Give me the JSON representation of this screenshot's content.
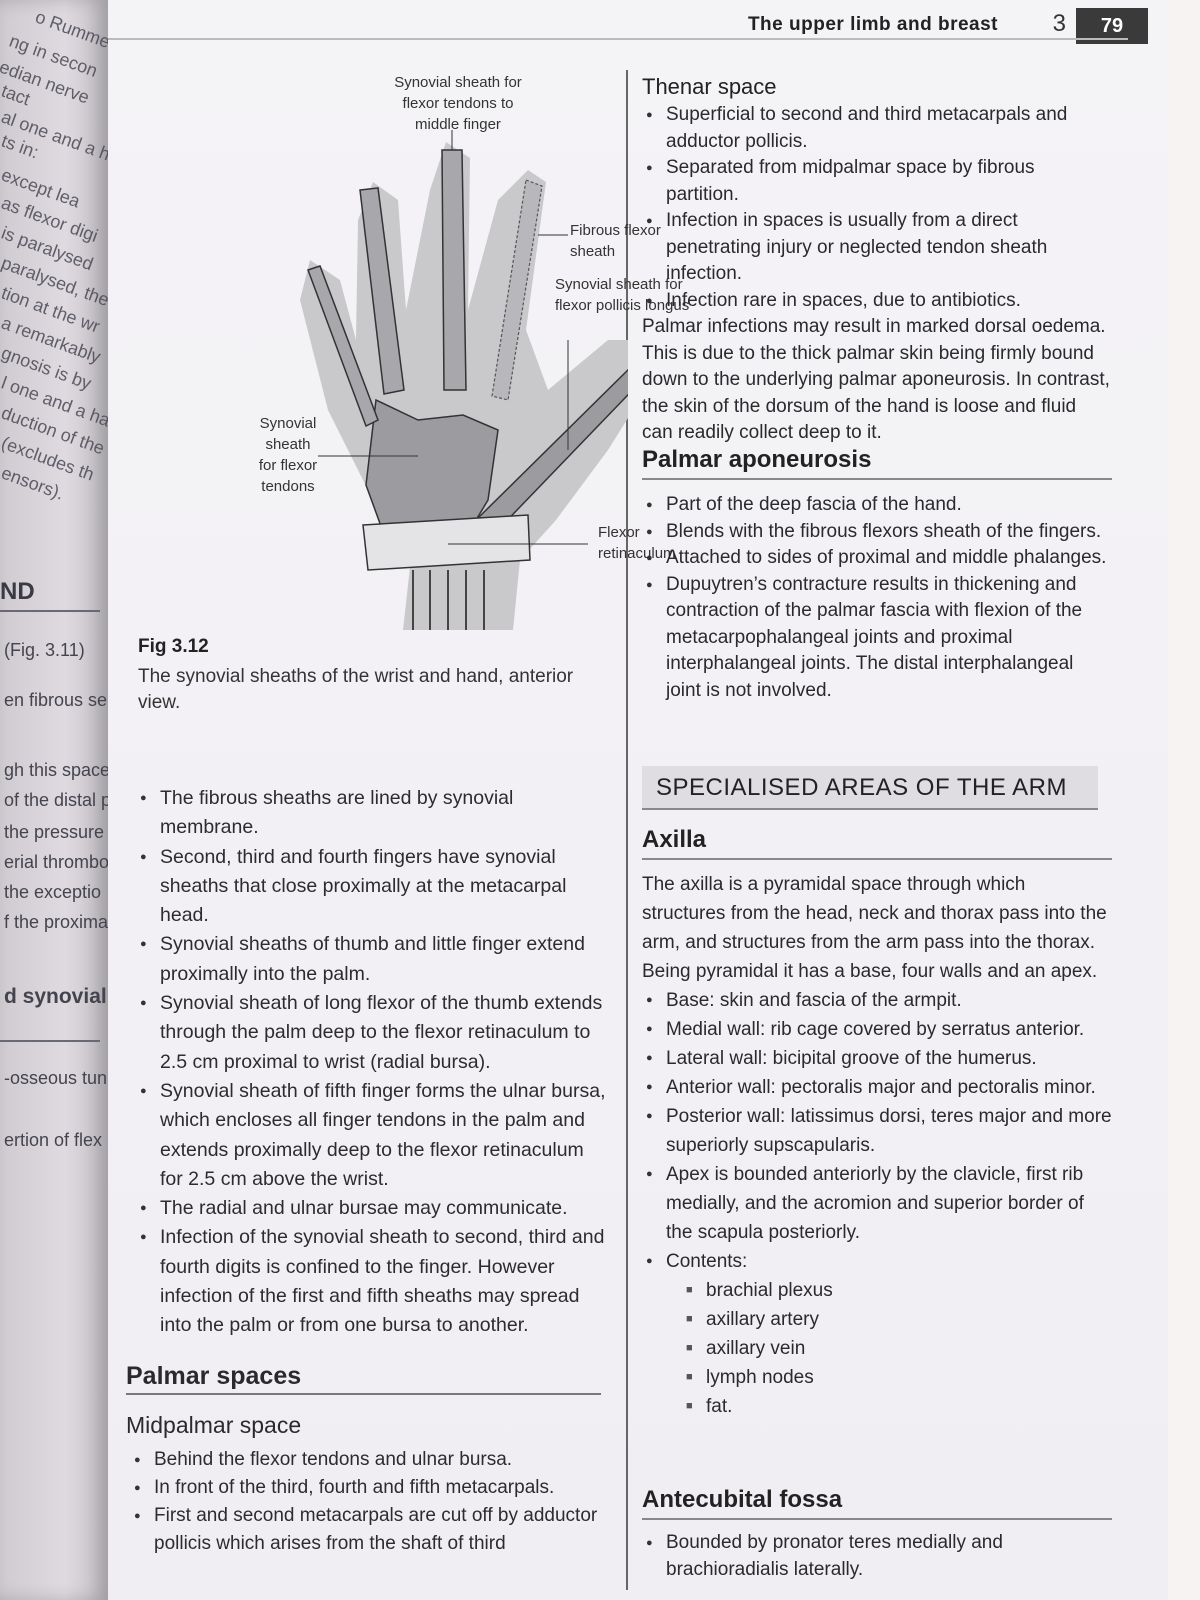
{
  "header": {
    "title": "The upper limb and breast",
    "chapter": "3",
    "page": "79"
  },
  "left_page": {
    "fragments": [
      "o Rumme",
      "ng in secon",
      "edian nerve",
      "tact",
      "al one and a ha",
      "ts in:",
      "except lea",
      "as flexor digi",
      "is paralysed",
      "paralysed, the",
      "tion at the wr",
      "a remarkably",
      "gnosis is by",
      "l one and a ha",
      "duction of the",
      "(excludes th",
      "ensors)."
    ],
    "nd": "ND",
    "tags": [
      "(Fig. 3.11)",
      "en fibrous sep",
      "gh this space a",
      "of the distal p",
      "the pressure",
      "erial thrombo",
      "the exceptio",
      "f the proximal",
      "d synovial",
      "-osseous tun",
      "ertion of flex"
    ]
  },
  "figure": {
    "labels": {
      "middle": "Synovial sheath for flexor tendons to middle finger",
      "fibrous": "Fibrous flexor sheath",
      "pollicis": "Synovial sheath for flexor pollicis longus",
      "synovial": "Synovial sheath for flexor tendons",
      "retinaculum": "Flexor retinaculum"
    },
    "number": "Fig 3.12",
    "caption": "The synovial sheaths of the wrist and hand, anterior view."
  },
  "left_bullets": [
    "The fibrous sheaths are lined by synovial membrane.",
    "Second, third and fourth fingers have synovial sheaths that close proximally at the metacarpal head.",
    "Synovial sheaths of thumb and little finger extend proximally into the palm.",
    "Synovial sheath of long flexor of the thumb extends through the palm deep to the flexor retinaculum to 2.5 cm proximal to wrist (radial bursa).",
    "Synovial sheath of fifth finger forms the ulnar bursa, which encloses all finger tendons in the palm and extends proximally deep to the flexor retinaculum for 2.5 cm above the wrist.",
    "The radial and ulnar bursae may communicate.",
    "Infection of the synovial sheath to second, third and fourth digits is confined to the finger. However infection of the first and fifth sheaths may spread into the palm or from one bursa to another."
  ],
  "palmar_spaces": {
    "heading": "Palmar spaces",
    "midpalmar": {
      "heading": "Midpalmar space",
      "bullets": [
        "Behind the flexor tendons and ulnar bursa.",
        "In front of the third, fourth and fifth metacarpals.",
        "First and second metacarpals are cut off by adductor pollicis which arises from the shaft of third"
      ]
    }
  },
  "thenar": {
    "heading": "Thenar space",
    "bullets": [
      "Superficial to second and third metacarpals and adductor pollicis.",
      "Separated from midpalmar space by fibrous partition.",
      "Infection in spaces is usually from a direct penetrating injury or neglected tendon sheath infection.",
      "Infection rare in spaces, due to antibiotics."
    ],
    "paragraph": "Palmar infections may result in marked dorsal oedema. This is due to the thick palmar skin being firmly bound down to the underlying palmar aponeurosis. In contrast, the skin of the dorsum of the hand is loose and fluid can readily collect deep to it."
  },
  "aponeurosis": {
    "heading": "Palmar aponeurosis",
    "bullets": [
      "Part of the deep fascia of the hand.",
      "Blends with the fibrous flexors sheath of the fingers.",
      "Attached to sides of proximal and middle phalanges.",
      "Dupuytren’s contracture results in thickening and contraction of the palmar fascia with flexion of the metacarpophalangeal joints and proximal interphalangeal joints. The distal interphalangeal joint is not involved."
    ]
  },
  "specialised": {
    "heading": "SPECIALISED AREAS OF THE ARM"
  },
  "axilla": {
    "heading": "Axilla",
    "paragraph": "The axilla is a pyramidal space through which structures from the head, neck and thorax pass into the arm, and structures from the arm pass into the thorax. Being pyramidal it has a base, four walls and an apex.",
    "bullets": [
      "Base: skin and fascia of the armpit.",
      "Medial wall: rib cage covered by serratus anterior.",
      "Lateral wall: bicipital groove of the humerus.",
      "Anterior wall: pectoralis major and pectoralis minor.",
      "Posterior wall: latissimus dorsi, teres major and more superiorly supscapularis.",
      "Apex is bounded anteriorly by the clavicle, first rib medially, and the acromion and superior border of the scapula posteriorly.",
      "Contents:"
    ],
    "contents": [
      "brachial plexus",
      "axillary artery",
      "axillary vein",
      "lymph nodes",
      "fat."
    ]
  },
  "antecubital": {
    "heading": "Antecubital fossa",
    "bullets": [
      "Bounded by pronator teres medially and brachioradialis laterally."
    ]
  }
}
